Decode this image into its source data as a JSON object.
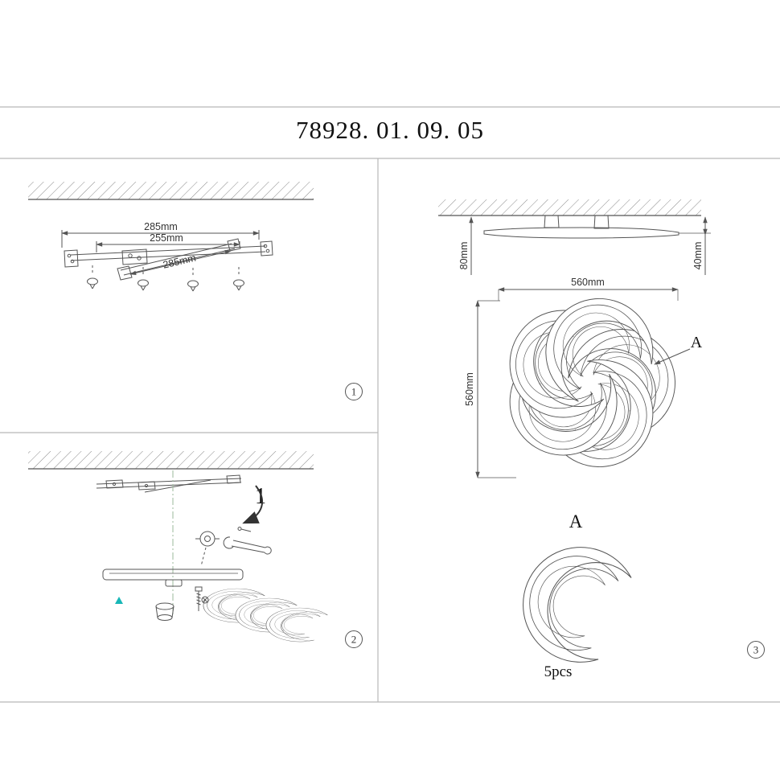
{
  "title": "78928. 01. 09. 05",
  "panel_bracket": {
    "badge": "1",
    "dim_top": "285mm",
    "dim_inner": "255mm",
    "dim_diag": "285mm"
  },
  "panel_install": {
    "badge": "2",
    "step": "1"
  },
  "panel_dimensions": {
    "badge": "3",
    "dim_width": "560mm",
    "dim_height": "560mm",
    "dim_left": "80mm",
    "dim_right": "40mm",
    "part_ref": "A",
    "detail_title": "A",
    "detail_qty": "5pcs"
  },
  "colors": {
    "drawing_line": "#555555",
    "frame_line": "#b8b8b8",
    "accent": "#18b7b7"
  }
}
